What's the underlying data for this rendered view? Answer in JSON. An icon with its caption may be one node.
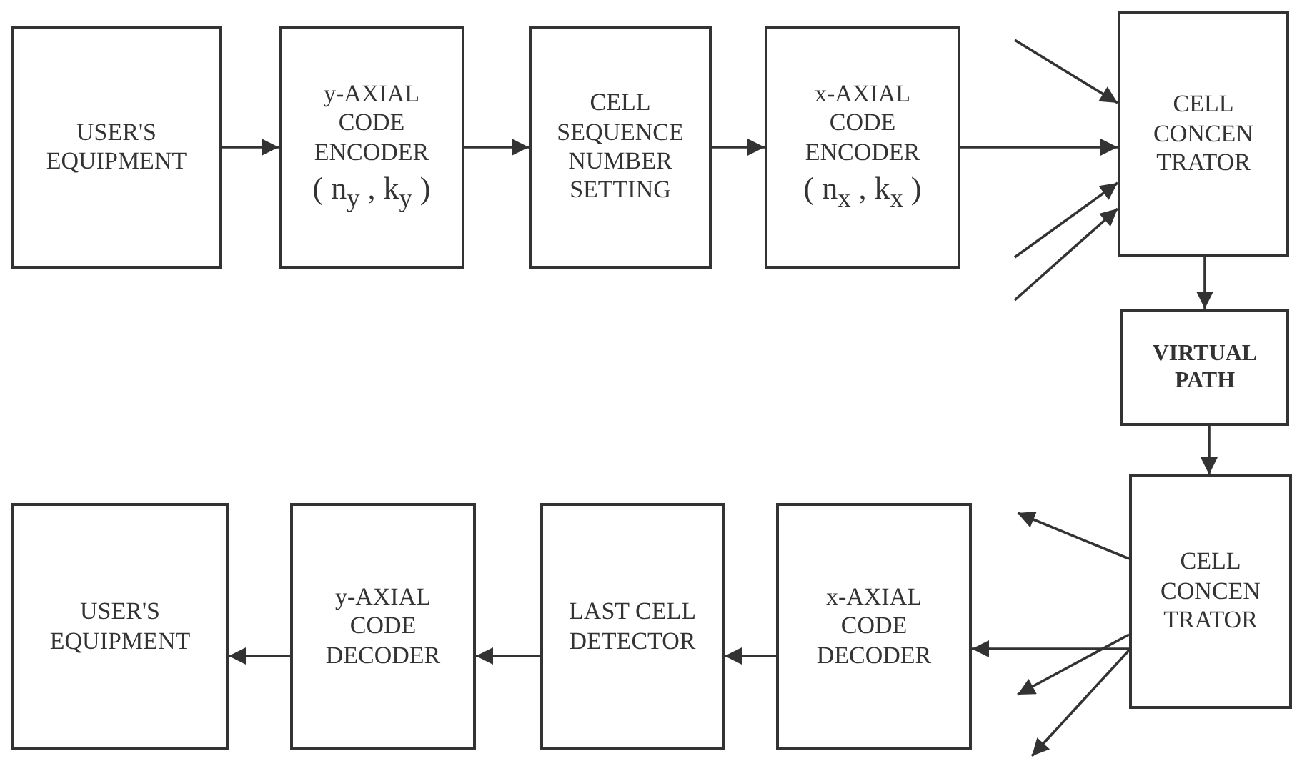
{
  "diagram": {
    "nodes": [
      {
        "text": [
          "USER'S EQUIPMENT"
        ]
      },
      {
        "text": [
          "y-AXIAL CODE ENCODER",
          "( n$_{y}$ , k$_{y}$ )"
        ]
      },
      {
        "text": [
          "CELL SEQUENCE NUMBER SETTING"
        ]
      },
      {
        "text": [
          "x-AXIAL CODE ENCODER",
          "( n$_{x}$ , k$_{x}$ )"
        ]
      },
      {
        "text": [
          "CELL CONCEN TRATOR"
        ]
      },
      {
        "text": [
          "VIRTUAL PATH"
        ]
      },
      {
        "text": [
          "CELL CONCEN TRATOR"
        ]
      },
      {
        "text": [
          "x-AXIAL CODE DECODER"
        ]
      },
      {
        "text": [
          "LAST CELL DETECTOR"
        ]
      },
      {
        "text": [
          "y-AXIAL CODE DECODER"
        ]
      },
      {
        "text": [
          "USER'S EQUIPMENT"
        ]
      }
    ],
    "edges": [
      {
        "from": 0,
        "to": 1,
        "arrow": "to"
      },
      {
        "from": 1,
        "to": 2,
        "arrow": "to"
      },
      {
        "from": 2,
        "to": 3,
        "arrow": "to"
      },
      {
        "from": 3,
        "to": 4,
        "arrow": "to"
      },
      {
        "from": null,
        "to": 4,
        "arrow": "to"
      },
      {
        "from": null,
        "to": 4,
        "arrow": "to"
      },
      {
        "from": null,
        "to": 4,
        "arrow": "to"
      },
      {
        "from": 4,
        "to": 5,
        "arrow": "to"
      },
      {
        "from": 5,
        "to": 6,
        "arrow": "to"
      },
      {
        "from": 6,
        "to": null,
        "arrow": "to"
      },
      {
        "from": 6,
        "to": 7,
        "arrow": "to"
      },
      {
        "from": 6,
        "to": null,
        "arrow": "to"
      },
      {
        "from": 6,
        "to": null,
        "arrow": "to"
      },
      {
        "from": 7,
        "to": 8,
        "arrow": "to"
      },
      {
        "from": 8,
        "to": 9,
        "arrow": "to"
      },
      {
        "from": 9,
        "to": 10,
        "arrow": "to"
      }
    ]
  }
}
